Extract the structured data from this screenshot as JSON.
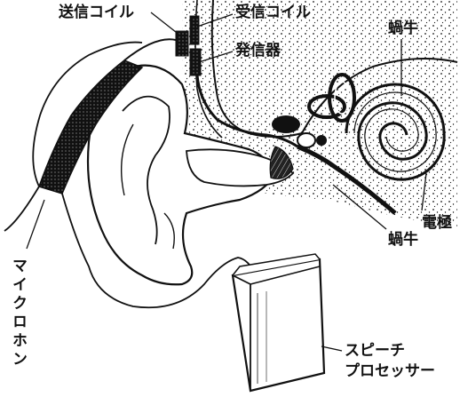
{
  "labels": {
    "transmitter_coil": "送信コイル",
    "receiver_coil": "受信コイル",
    "stimulator": "発信器",
    "cochlea_top": "蝸牛",
    "electrode": "電極",
    "cochlea_bottom": "蝸牛",
    "microphone": "マイクロホン",
    "speech_processor_line1": "スピーチ",
    "speech_processor_line2": "プロセッサー"
  },
  "colors": {
    "ink": "#111111",
    "paper": "#ffffff"
  }
}
